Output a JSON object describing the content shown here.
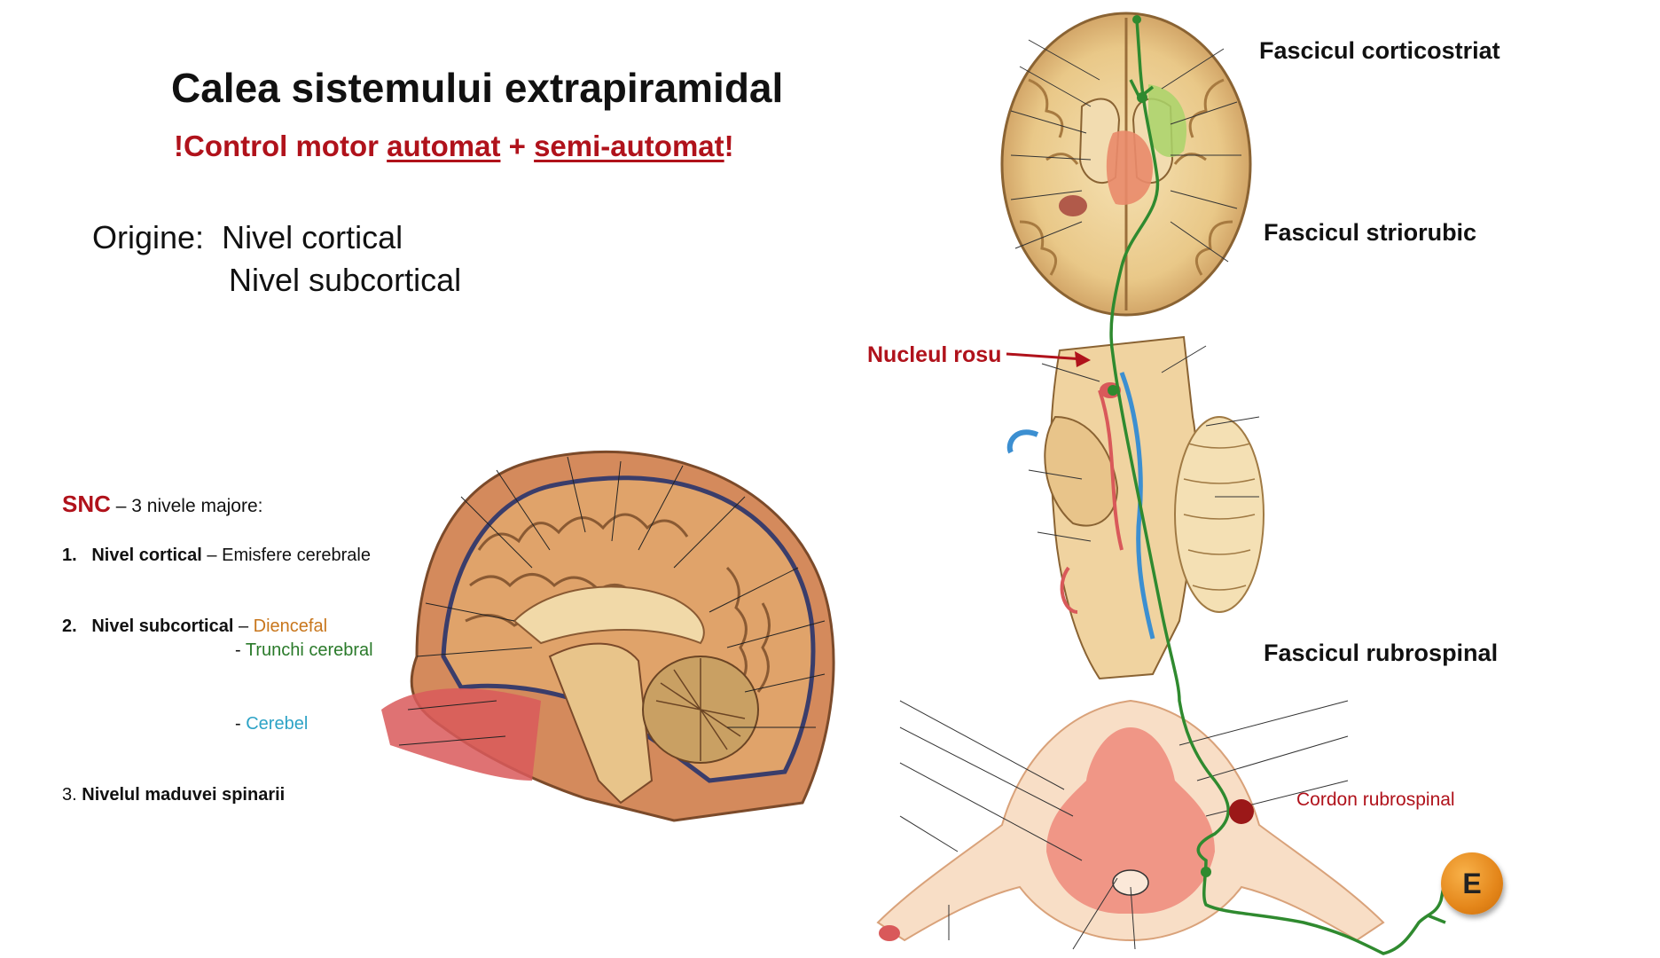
{
  "slide": {
    "title": "Calea sistemului extrapiramidal",
    "subtitle": {
      "prefix": "!Control motor ",
      "word1": "automat",
      "mid": " + ",
      "word2": "semi-automat",
      "suffix": "!"
    },
    "origin": {
      "label": "Origine:",
      "level1": "Nivel cortical",
      "level2": "Nivel subcortical"
    },
    "snc": {
      "heading": "SNC",
      "heading_rest": " – 3 nivele majore:",
      "item1_num": "1.",
      "item1_bold": "Nivel cortical",
      "item1_rest": " – Emisfere cerebrale",
      "item2_num": "2.",
      "item2_bold": "Nivel subcortical",
      "item2_dash": " – ",
      "item2_sub1": "Diencefal",
      "item2_sub2_dash": "- ",
      "item2_sub2": "Trunchi cerebral",
      "item2_sub3_dash": "- ",
      "item2_sub3": "Cerebel",
      "item3_num": "3.",
      "item3_bold": "Nivelul maduvei spinarii"
    },
    "pathway_labels": {
      "corticostriat": "Fascicul corticostriat",
      "striorubic": "Fascicul striorubic",
      "nucleul_rosu": "Nucleul rosu",
      "rubrospinal": "Fascicul rubrospinal",
      "cordon": "Cordon rubrospinal",
      "effector": "E"
    },
    "colors": {
      "accent_red": "#b0121b",
      "pathway_green": "#2f8a2f",
      "orange": "#c8761c",
      "blue": "#2da3c6",
      "badge_orange": "#e4861a"
    },
    "icons": {
      "sagittal_brain": "brain-sagittal-illustration",
      "axial_brain": "brain-axial-section-illustration",
      "brainstem": "brainstem-illustration",
      "spinal_cord": "spinal-cord-section-illustration"
    }
  }
}
